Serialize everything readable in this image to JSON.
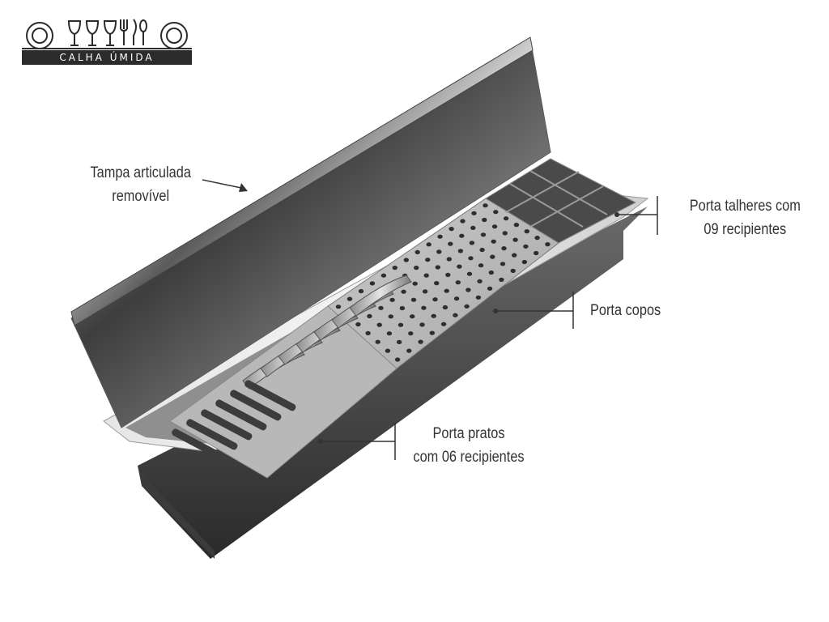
{
  "logo": {
    "text": "CALHA ÚMIDA",
    "icons": [
      "plate-icon",
      "wine-glass-icon",
      "wine-glass-icon",
      "wine-glass-icon",
      "fork-icon",
      "knife-icon",
      "spoon-icon",
      "plate-icon"
    ]
  },
  "callouts": {
    "lid": {
      "line1": "Tampa articulada",
      "line2": "removível"
    },
    "cutlery": {
      "line1": "Porta talheres com",
      "line2": "09 recipientes"
    },
    "glasses": {
      "line1": "Porta copos"
    },
    "plates": {
      "line1": "Porta pratos",
      "line2": "com 06 recipientes"
    }
  },
  "colors": {
    "text": "#333333",
    "steel_light": "#d9d9d9",
    "steel_dark": "#3a3a3a",
    "logo_bar": "#2b2b2b"
  }
}
